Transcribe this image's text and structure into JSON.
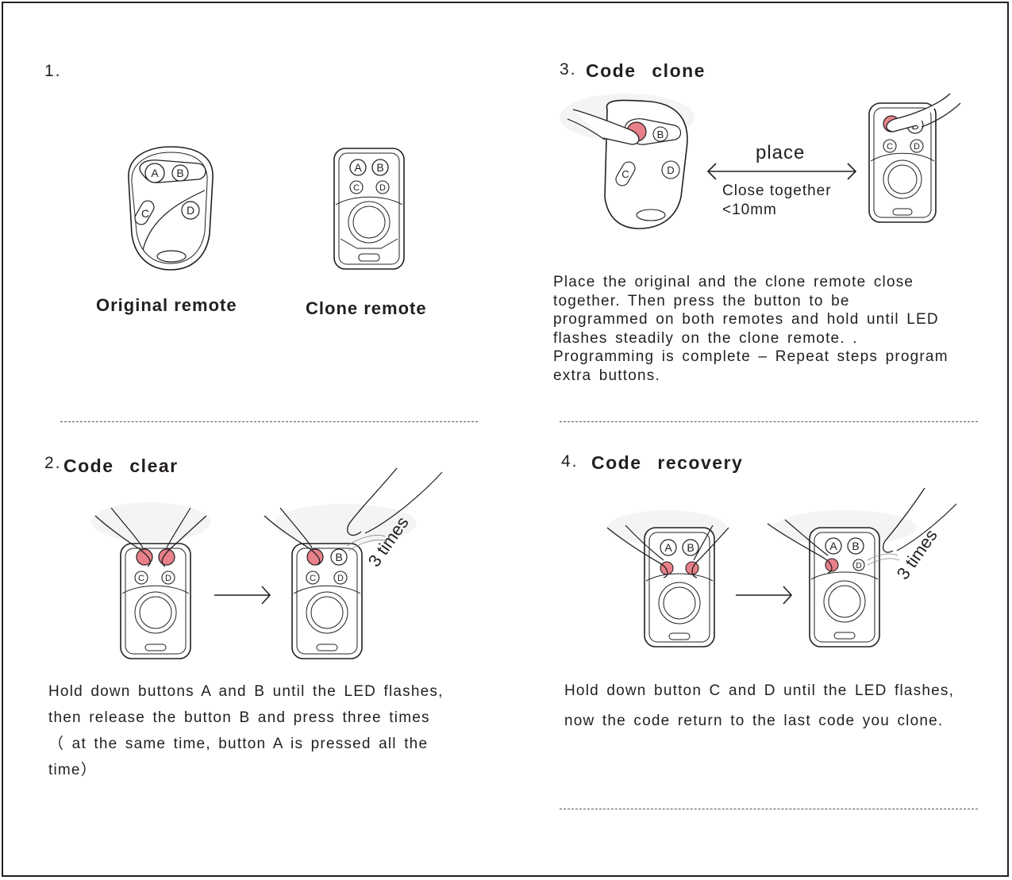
{
  "step1": {
    "number": "1.",
    "original_caption": "Original remote",
    "clone_caption": "Clone remote"
  },
  "step3": {
    "number": "3.",
    "title": "Code   clone",
    "place_label": "place",
    "distance_line1": "Close together",
    "distance_line2": "<10mm",
    "description": "Place the original and the clone remote close\ntogether.  Then press the button to be\nprogrammed on both remotes and hold until LED\nflashes steadily on the clone remote. .\nProgramming is complete – Repeat steps program\nextra buttons."
  },
  "step2": {
    "number": "2.",
    "title": "Code   clear",
    "times_label": "3 times",
    "description": "Hold down buttons A and B until the LED flashes,\nthen release the button B and press three times\n（ at the same time,  button A is pressed all the\ntime）"
  },
  "step4": {
    "number": "4.",
    "title": "Code   recovery",
    "times_label": "3 times",
    "description": "Hold down button C and D until the LED flashes,\nnow the code return to the last code you clone."
  },
  "buttons": {
    "a": "A",
    "b": "B",
    "c": "C",
    "d": "D"
  },
  "colors": {
    "ink": "#231f20",
    "press_highlight": "#e8808a",
    "finger_shadow": "#f2f2f2"
  },
  "icons": [
    "remote-icon",
    "finger-icon",
    "arrow-right-icon",
    "double-arrow-icon"
  ]
}
